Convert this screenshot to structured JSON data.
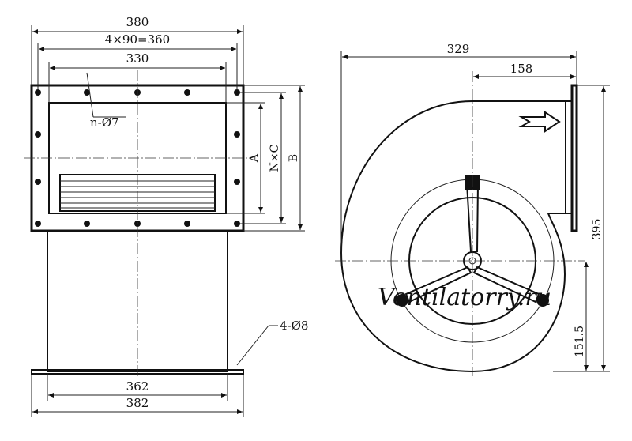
{
  "front_view": {
    "dims": {
      "overall_width": "380",
      "bolt_pitch": "4×90=360",
      "inner_width": "330",
      "hole_note": "n-Ø7",
      "dim_a": "A",
      "dim_nc": "N×C",
      "dim_b": "B",
      "base_inner": "362",
      "base_outer": "382",
      "foot_holes": "4-Ø8"
    }
  },
  "side_view": {
    "dims": {
      "overall_width": "329",
      "outlet_offset": "158",
      "overall_height": "395",
      "shaft_height": "151.5"
    }
  },
  "watermark": "Ventilatorry.ru"
}
